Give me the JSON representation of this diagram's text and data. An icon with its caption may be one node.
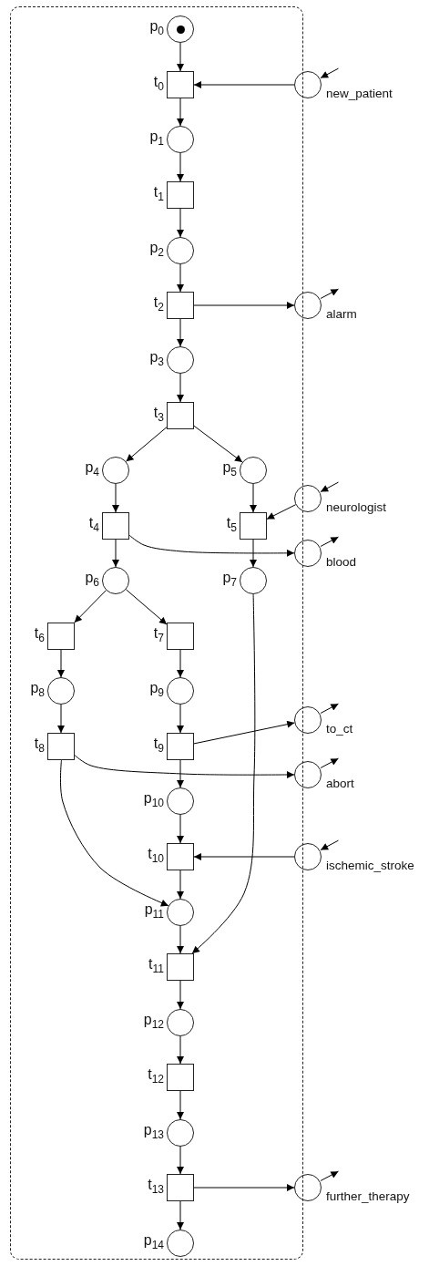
{
  "diagram": {
    "nodes": [
      {
        "text": [],
        "shape": "box"
      },
      {
        "text": [
          "p$_{0}$"
        ],
        "in": 0
      },
      {
        "text": [
          "t$_{0}$"
        ],
        "in": 0
      },
      {
        "text": [
          "new_patient"
        ]
      },
      {
        "text": [
          "p$_{1}$"
        ],
        "in": 0
      },
      {
        "text": [
          "t$_{1}$"
        ],
        "in": 0
      },
      {
        "text": [
          "p$_{2}$"
        ],
        "in": 0
      },
      {
        "text": [
          "t$_{2}$"
        ],
        "in": 0
      },
      {
        "text": [
          "alarm"
        ]
      },
      {
        "text": [
          "p$_{3}$"
        ],
        "in": 0
      },
      {
        "text": [
          "t$_{3}$"
        ],
        "in": 0
      },
      {
        "text": [
          "p$_{4}$"
        ],
        "in": 0
      },
      {
        "text": [
          "p$_{5}$"
        ],
        "in": 0
      },
      {
        "text": [
          "neurologist"
        ]
      },
      {
        "text": [
          "t$_{4}$"
        ],
        "in": 0
      },
      {
        "text": [
          "t$_{5}$"
        ],
        "in": 0
      },
      {
        "text": [
          "blood"
        ]
      },
      {
        "text": [
          "p$_{6}$"
        ],
        "in": 0
      },
      {
        "text": [
          "p$_{7}$"
        ],
        "in": 0
      },
      {
        "text": [
          "t$_{6}$"
        ],
        "in": 0
      },
      {
        "text": [
          "t$_{7}$"
        ],
        "in": 0
      },
      {
        "text": [
          "p$_{8}$"
        ],
        "in": 0
      },
      {
        "text": [
          "p$_{9}$"
        ],
        "in": 0
      },
      {
        "text": [
          "to_ct"
        ]
      },
      {
        "text": [
          "t$_{8}$"
        ],
        "in": 0
      },
      {
        "text": [
          "t$_{9}$"
        ],
        "in": 0
      },
      {
        "text": [
          "abort"
        ]
      },
      {
        "text": [
          "p$_{10}$"
        ],
        "in": 0
      },
      {
        "text": [
          "t$_{10}$"
        ],
        "in": 0
      },
      {
        "text": [
          "ischemic_stroke"
        ]
      },
      {
        "text": [
          "p$_{11}$"
        ],
        "in": 0
      },
      {
        "text": [
          "t$_{11}$"
        ],
        "in": 0
      },
      {
        "text": [
          "p$_{12}$"
        ],
        "in": 0
      },
      {
        "text": [
          "t$_{12}$"
        ],
        "in": 0
      },
      {
        "text": [
          "p$_{13}$"
        ],
        "in": 0
      },
      {
        "text": [
          "t$_{13}$"
        ],
        "in": 0
      },
      {
        "text": [
          "further_therapy"
        ]
      },
      {
        "text": [
          "p$_{14}$"
        ],
        "in": 0
      }
    ],
    "edges": [
      {
        "from": 1,
        "to": 2,
        "arrow": "to"
      },
      {
        "from": 3,
        "to": 2,
        "arrow": "to"
      },
      {
        "from": 2,
        "to": 4,
        "arrow": "to"
      },
      {
        "from": 4,
        "to": 5,
        "arrow": "to"
      },
      {
        "from": 5,
        "to": 6,
        "arrow": "to"
      },
      {
        "from": 6,
        "to": 7,
        "arrow": "to"
      },
      {
        "from": 7,
        "to": 8,
        "arrow": "to"
      },
      {
        "from": 7,
        "to": 9,
        "arrow": "to"
      },
      {
        "from": 9,
        "to": 10,
        "arrow": "to"
      },
      {
        "from": 10,
        "to": 11,
        "arrow": "to"
      },
      {
        "from": 10,
        "to": 12,
        "arrow": "to"
      },
      {
        "from": 11,
        "to": 14,
        "arrow": "to"
      },
      {
        "from": 12,
        "to": 15,
        "arrow": "to"
      },
      {
        "from": 13,
        "to": 15,
        "arrow": "to"
      },
      {
        "from": 14,
        "to": 17,
        "arrow": "to"
      },
      {
        "from": 14,
        "to": 16,
        "arrow": "to"
      },
      {
        "from": 15,
        "to": 18,
        "arrow": "to"
      },
      {
        "from": 17,
        "to": 19,
        "arrow": "to"
      },
      {
        "from": 17,
        "to": 20,
        "arrow": "to"
      },
      {
        "from": 19,
        "to": 21,
        "arrow": "to"
      },
      {
        "from": 20,
        "to": 22,
        "arrow": "to"
      },
      {
        "from": 21,
        "to": 24,
        "arrow": "to"
      },
      {
        "from": 22,
        "to": 25,
        "arrow": "to"
      },
      {
        "from": 25,
        "to": 23,
        "arrow": "to"
      },
      {
        "from": 24,
        "to": 26,
        "arrow": "to"
      },
      {
        "from": 24,
        "to": 30,
        "arrow": "to"
      },
      {
        "from": 25,
        "to": 27,
        "arrow": "to"
      },
      {
        "from": 27,
        "to": 28,
        "arrow": "to"
      },
      {
        "from": 29,
        "to": 28,
        "arrow": "to"
      },
      {
        "from": 28,
        "to": 30,
        "arrow": "to"
      },
      {
        "from": 18,
        "to": 31,
        "arrow": "to"
      },
      {
        "from": 30,
        "to": 31,
        "arrow": "to"
      },
      {
        "from": 31,
        "to": 32,
        "arrow": "to"
      },
      {
        "from": 32,
        "to": 33,
        "arrow": "to"
      },
      {
        "from": 33,
        "to": 34,
        "arrow": "to"
      },
      {
        "from": 34,
        "to": 35,
        "arrow": "to"
      },
      {
        "from": 35,
        "to": 36,
        "arrow": "to"
      },
      {
        "from": 35,
        "to": 37,
        "arrow": "to"
      },
      {
        "from": null,
        "to": 3,
        "arrow": "to"
      },
      {
        "from": 8,
        "to": null,
        "arrow": "to"
      },
      {
        "from": null,
        "to": 13,
        "arrow": "to"
      },
      {
        "from": 16,
        "to": null,
        "arrow": "to"
      },
      {
        "from": 23,
        "to": null,
        "arrow": "to"
      },
      {
        "from": 26,
        "to": null,
        "arrow": "to"
      },
      {
        "from": null,
        "to": 29,
        "arrow": "to"
      },
      {
        "from": 36,
        "to": null,
        "arrow": "to"
      }
    ]
  }
}
